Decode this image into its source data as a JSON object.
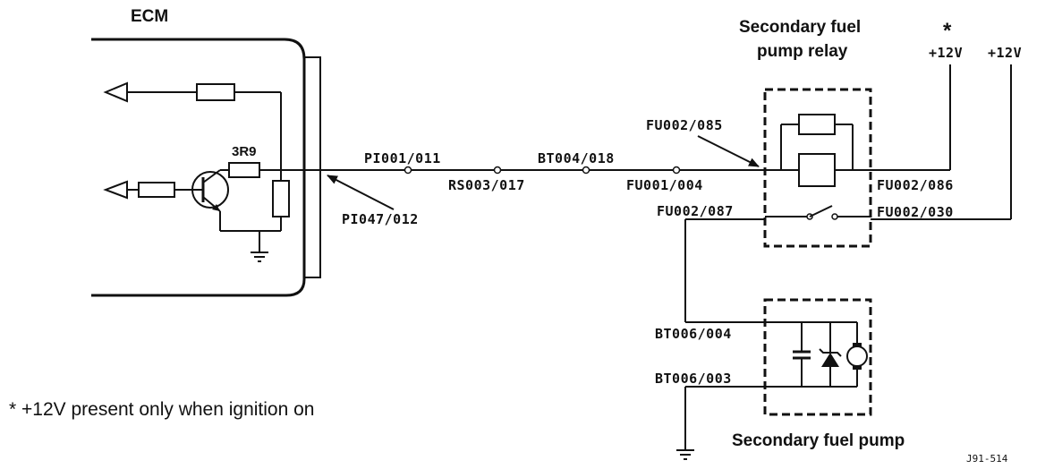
{
  "blocks": {
    "ecm": "ECM",
    "relay_line1": "Secondary fuel",
    "relay_line2": "pump relay",
    "pump": "Secondary fuel pump",
    "asterisk": "*",
    "supply_a": "+12V",
    "supply_b": "+12V",
    "resistor": "3R9"
  },
  "connectors": {
    "pi001": "PI001/011",
    "pi047": "PI047/012",
    "rs003": "RS003/017",
    "bt004": "BT004/018",
    "fu001": "FU001/004",
    "fu002_085": "FU002/085",
    "fu002_086": "FU002/086",
    "fu002_087": "FU002/087",
    "fu002_030": "FU002/030",
    "bt006_004": "BT006/004",
    "bt006_003": "BT006/003"
  },
  "footnote": "* +12V present only when ignition on",
  "figure_code": "J91-514"
}
